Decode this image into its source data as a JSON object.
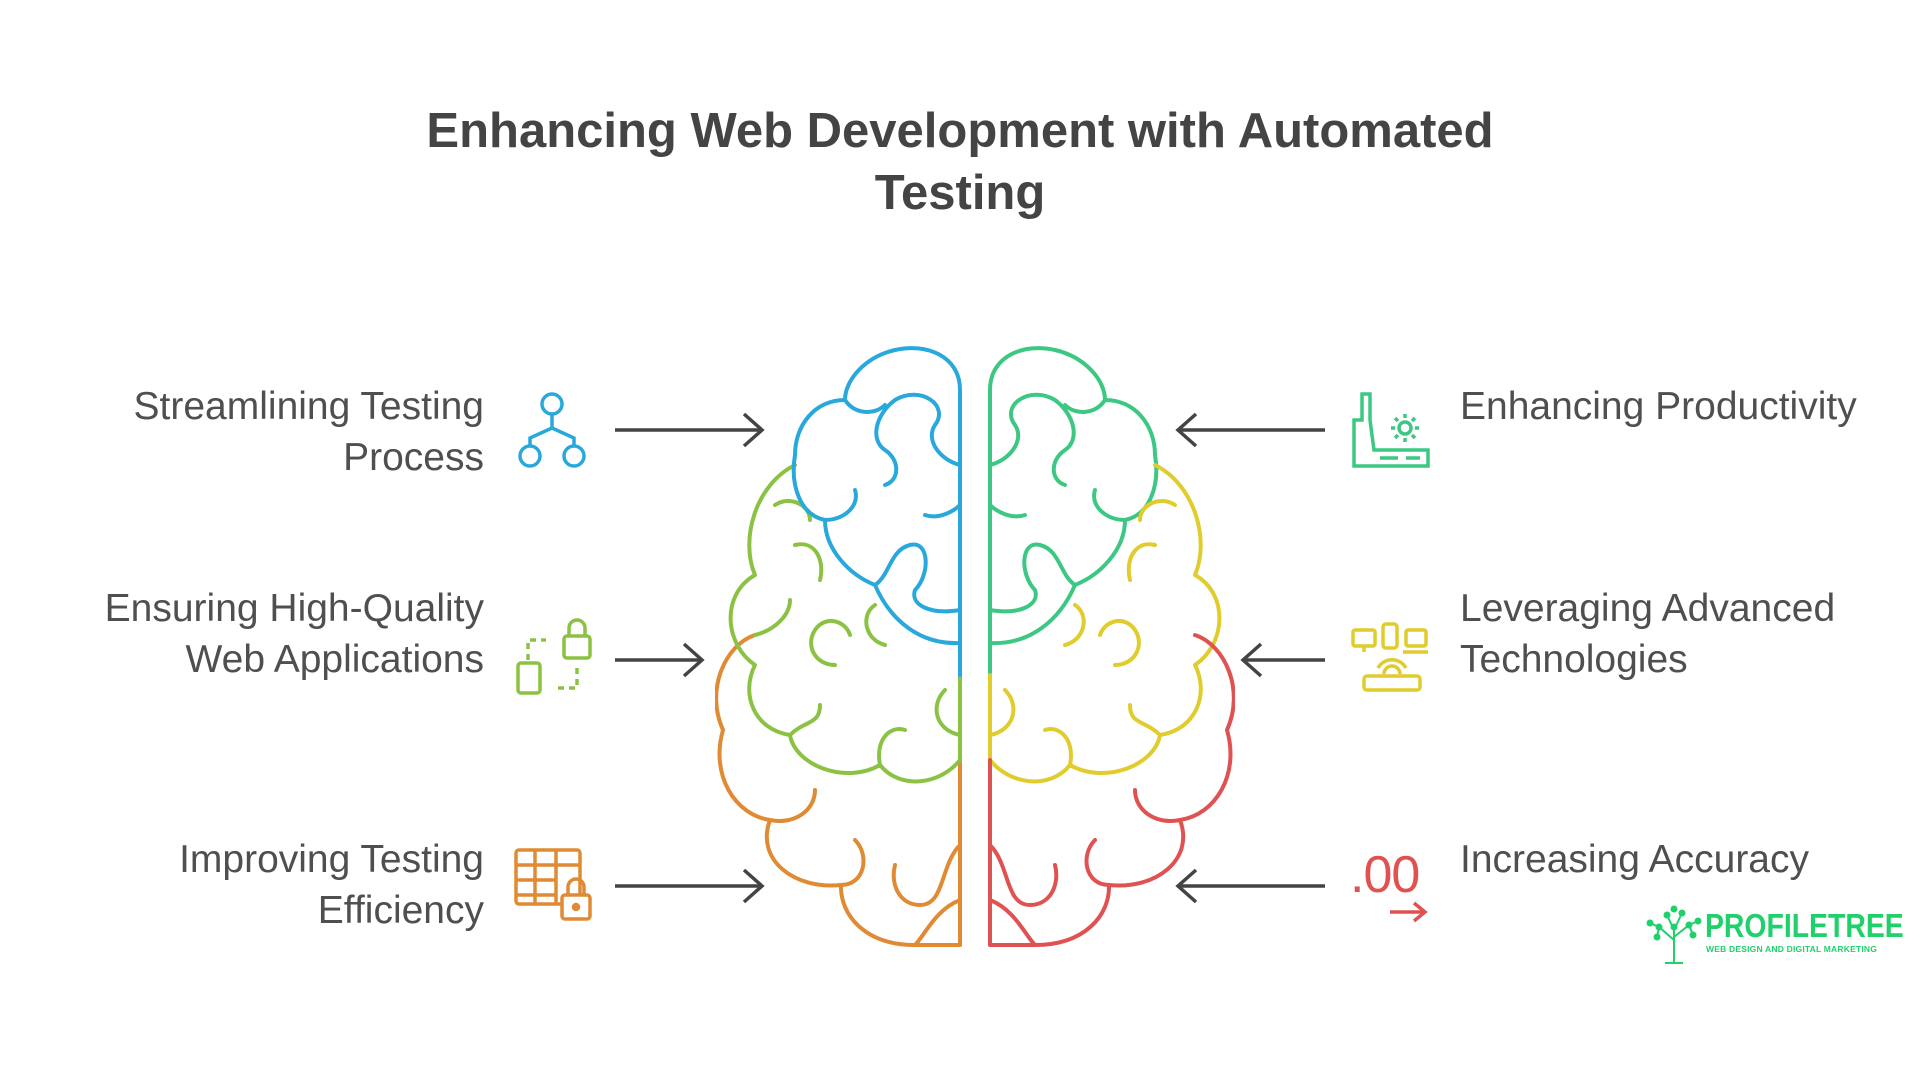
{
  "title": "Enhancing Web Development with Automated Testing",
  "colors": {
    "blue": "#29a8dc",
    "green": "#3cc882",
    "lime": "#8cc244",
    "yellow": "#e0cc2c",
    "orange": "#e08a34",
    "red": "#e05252",
    "text": "#4f4f4f",
    "arrow": "#444444",
    "logo": "#1fd06b"
  },
  "left_items": [
    {
      "label": "Streamlining Testing Process",
      "icon": "flow-branch-icon",
      "color": "#29a8dc"
    },
    {
      "label": "Ensuring High-Quality Web Applications",
      "icon": "lock-document-icon",
      "color": "#8cc244"
    },
    {
      "label": "Improving Testing Efficiency",
      "icon": "table-lock-icon",
      "color": "#e08a34"
    }
  ],
  "right_items": [
    {
      "label": "Enhancing Productivity",
      "icon": "factory-icon",
      "color": "#3cc882"
    },
    {
      "label": "Leveraging Advanced Technologies",
      "icon": "devices-router-icon",
      "color": "#e0cc2c"
    },
    {
      "label": "Increasing Accuracy",
      "icon": "decimal-arrow-icon",
      "color": "#e05252"
    }
  ],
  "logo": {
    "name": "PROFILETREE",
    "tagline": "WEB DESIGN AND DIGITAL MARKETING"
  }
}
